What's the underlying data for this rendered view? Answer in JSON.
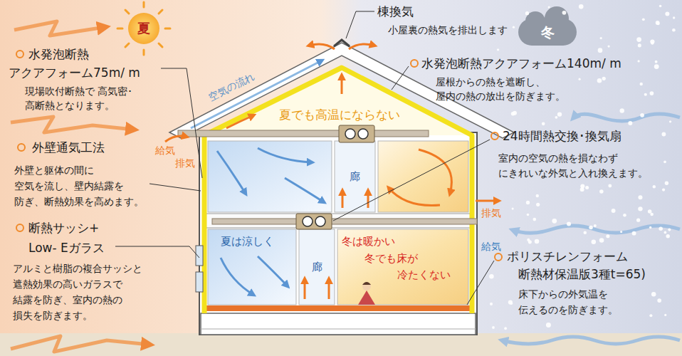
{
  "diagram": {
    "nodes": [
      {
        "text": [
          "夏"
        ]
      },
      {
        "text": [
          "冬"
        ]
      },
      {
        "text": [
          "廊"
        ]
      },
      {
        "text": [
          "夏は涼しく"
        ]
      },
      {
        "text": [
          "廊"
        ]
      },
      {
        "text": [
          "冬は暖かい",
          "冬でも床が",
          "冷たくない"
        ]
      }
    ],
    "labels": [
      "棟換気",
      "小屋裏の熱気を排出します",
      "水発泡断熱 アクアフォーム75m/ m",
      "現場吹付断熱で 高気密･高断熱となります。",
      "空気の流れ",
      "水発泡断熱アクアフォーム140m/ m",
      "屋根からの熱を遮断し、 屋内の熱の放出を防ぎます。",
      "夏でも高温にならない",
      "給気",
      "排気",
      "外壁通気工法",
      "外壁と躯体の間に 空気を流し、壁内結露を 防ぎ、断熱効果を高めます。",
      "24時間熱交換･換気扇",
      "室内の空気の熱を損なわず にきれいな外気と入れ換えます。",
      "排気",
      "断熱サッシ+ Low- Eガラス",
      "アルミと樹脂の複合サッシと 遮熱効果の高いガラスで 結露を防ぎ、室内の熱の 損失を防ぎます。",
      "給気",
      "ポリスチレンフォーム 断熱材保温版3種t=65)",
      "床下からの外気温を 伝えるのを防ぎます。"
    ]
  }
}
